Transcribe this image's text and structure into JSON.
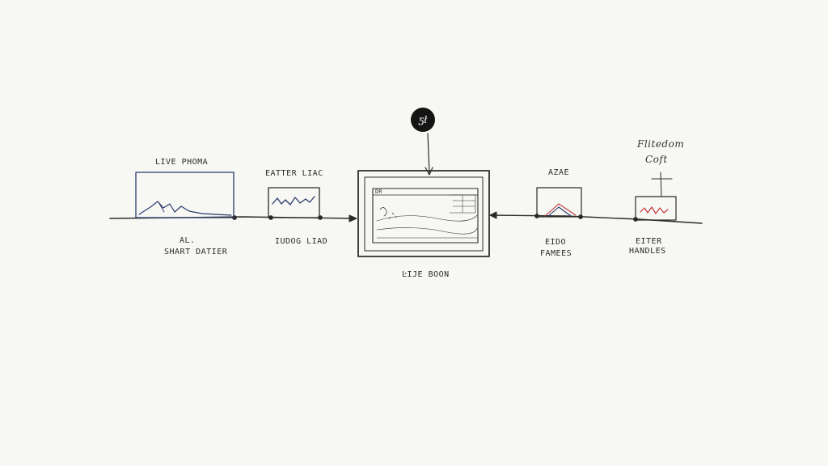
{
  "diagram": {
    "badge_text": "ƽł",
    "stages": [
      {
        "top_label": "LIVE PHOMA",
        "bottom_label_1": "AL.",
        "bottom_label_2": "SHART DATIER"
      },
      {
        "top_label": "EATTER LIAC",
        "bottom_label": "IUDOG LIAD"
      },
      {
        "corner_label": "DR",
        "bottom_label": "ĿIJE BOON"
      },
      {
        "top_label": "AZAE",
        "bottom_label_1": "EIDO",
        "bottom_label_2": "FAMEES"
      },
      {
        "top_label_1": "Flitedom",
        "top_label_2": "Coft",
        "bottom_label_1": "EITER",
        "bottom_label_2": "HANDLES"
      }
    ],
    "colors": {
      "ink": "#2b2b2b",
      "blue_ink": "#2a3a6e",
      "red_ink": "#c23a3a",
      "paper": "#f7f7f4"
    }
  }
}
